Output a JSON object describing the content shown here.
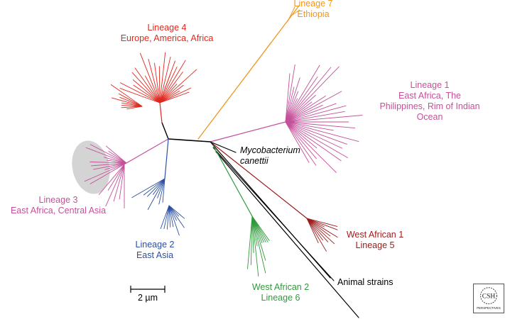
{
  "colors": {
    "lineage1": "#c4509a",
    "lineage2": "#2b4fa3",
    "lineage3": "#c4509a",
    "lineage4": "#e0281e",
    "lineage5": "#9c1a1a",
    "lineage6": "#2f9a3a",
    "lineage7": "#f0961e",
    "trunk": "#000000",
    "highlight": "#d4d4d4"
  },
  "labels": {
    "lineage7": {
      "line1": "Lineage 7",
      "line2": "Ethiopia"
    },
    "lineage4": {
      "line1": "Lineage 4",
      "line2": "Europe, America, Africa"
    },
    "lineage1": {
      "line1": "Lineage 1",
      "line2": "East Africa, The",
      "line3": "Philippines, Rim of Indian",
      "line4": "Ocean"
    },
    "canettii": {
      "line1": "Mycobacterium",
      "line2": "canettii"
    },
    "lineage3": {
      "line1": "Lineage 3",
      "line2": "East Africa, Central Asia"
    },
    "lineage2": {
      "line1": "Lineage 2",
      "line2": "East Asia"
    },
    "lineage5": {
      "line1": "West African 1",
      "line2": "Lineage 5"
    },
    "lineage6": {
      "line1": "West African 2",
      "line2": "Lineage 6"
    },
    "animal": {
      "line1": "Animal strains"
    },
    "scale": {
      "text": "2 µm"
    }
  },
  "logo": {
    "text": "CSH",
    "subtext": "PERSPECTIVES"
  }
}
